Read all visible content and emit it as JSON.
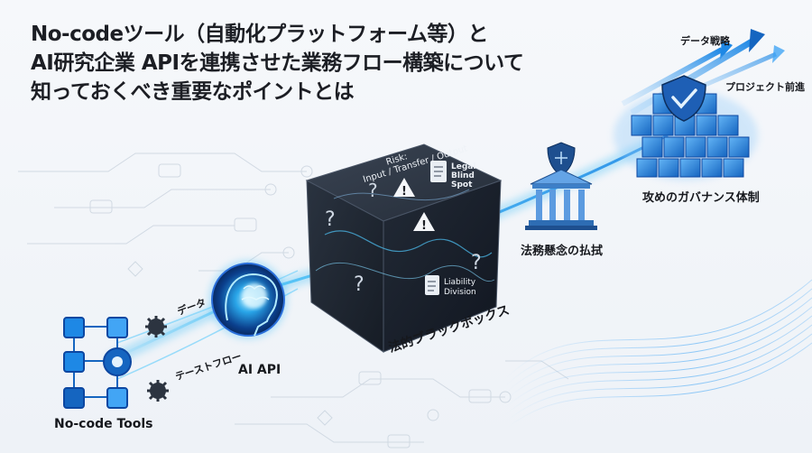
{
  "title": {
    "line1": "No-codeツール（自動化プラットフォーム等）と",
    "line2": "AI研究企業 APIを連携させた業務フロー構築について",
    "line3": "知っておくべき重要なポイントとは"
  },
  "nodes": {
    "nocode_tools": "No-code Tools",
    "ai_api": "AI API",
    "legal_black_box": "法的ブラックボックス",
    "legal_clearance": "法務懸念の払拭",
    "governance": "攻めのガバナンス体制"
  },
  "flow_labels": {
    "data": "データ",
    "test_flow": "テーストフロー"
  },
  "cube_labels": {
    "risk_line1": "Risk:",
    "risk_line2": "Input / Transfer / Output",
    "legal_blind_spot_1": "Legal",
    "legal_blind_spot_2": "Blind",
    "legal_blind_spot_3": "Spot",
    "liability_1": "Liability",
    "liability_2": "Division"
  },
  "arrow_labels": {
    "data_strategy": "データ戦略",
    "project_progress": "プロジェクト前進"
  },
  "colors": {
    "accent": "#1e88e5",
    "glow": "#4fc3f7",
    "cube_dark": "#1f2733",
    "text": "#16181d"
  }
}
